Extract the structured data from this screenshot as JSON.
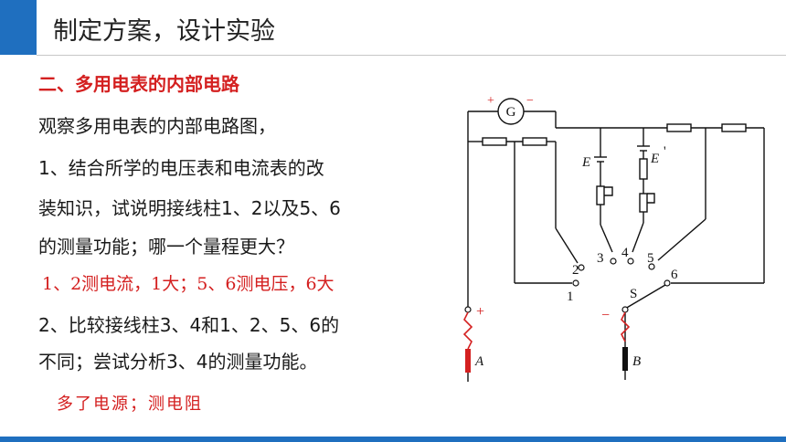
{
  "header": {
    "title": "制定方案，设计实验",
    "accent_color": "#1f6fbf"
  },
  "section": {
    "title": "二、多用电表的内部电路",
    "color": "#d42020"
  },
  "body": {
    "line1": "观察多用电表的内部电路图，",
    "line2": "1、结合所学的电压表和电流表的改",
    "line3": "装知识，试说明接线柱1、2以及5、6",
    "line4": "的测量功能；哪一个量程更大？",
    "answer1": "1、2测电流，1大；5、6测电压，6大",
    "line5": "2、比较接线柱3、4和1、2、5、6的",
    "line6": "不同；尝试分析3、4的测量功能。",
    "answer2": "多了电源；测电阻"
  },
  "circuit": {
    "galvanometer": "G",
    "plus": "+",
    "minus": "−",
    "E1": "E",
    "E2": "E",
    "E2_mark": "'",
    "t1": "1",
    "t2": "2",
    "t3": "3",
    "t4": "4",
    "t5": "5",
    "t6": "6",
    "switch": "S",
    "probeA_sign": "+",
    "probeB_sign": "−",
    "probeA": "A",
    "probeB": "B"
  }
}
